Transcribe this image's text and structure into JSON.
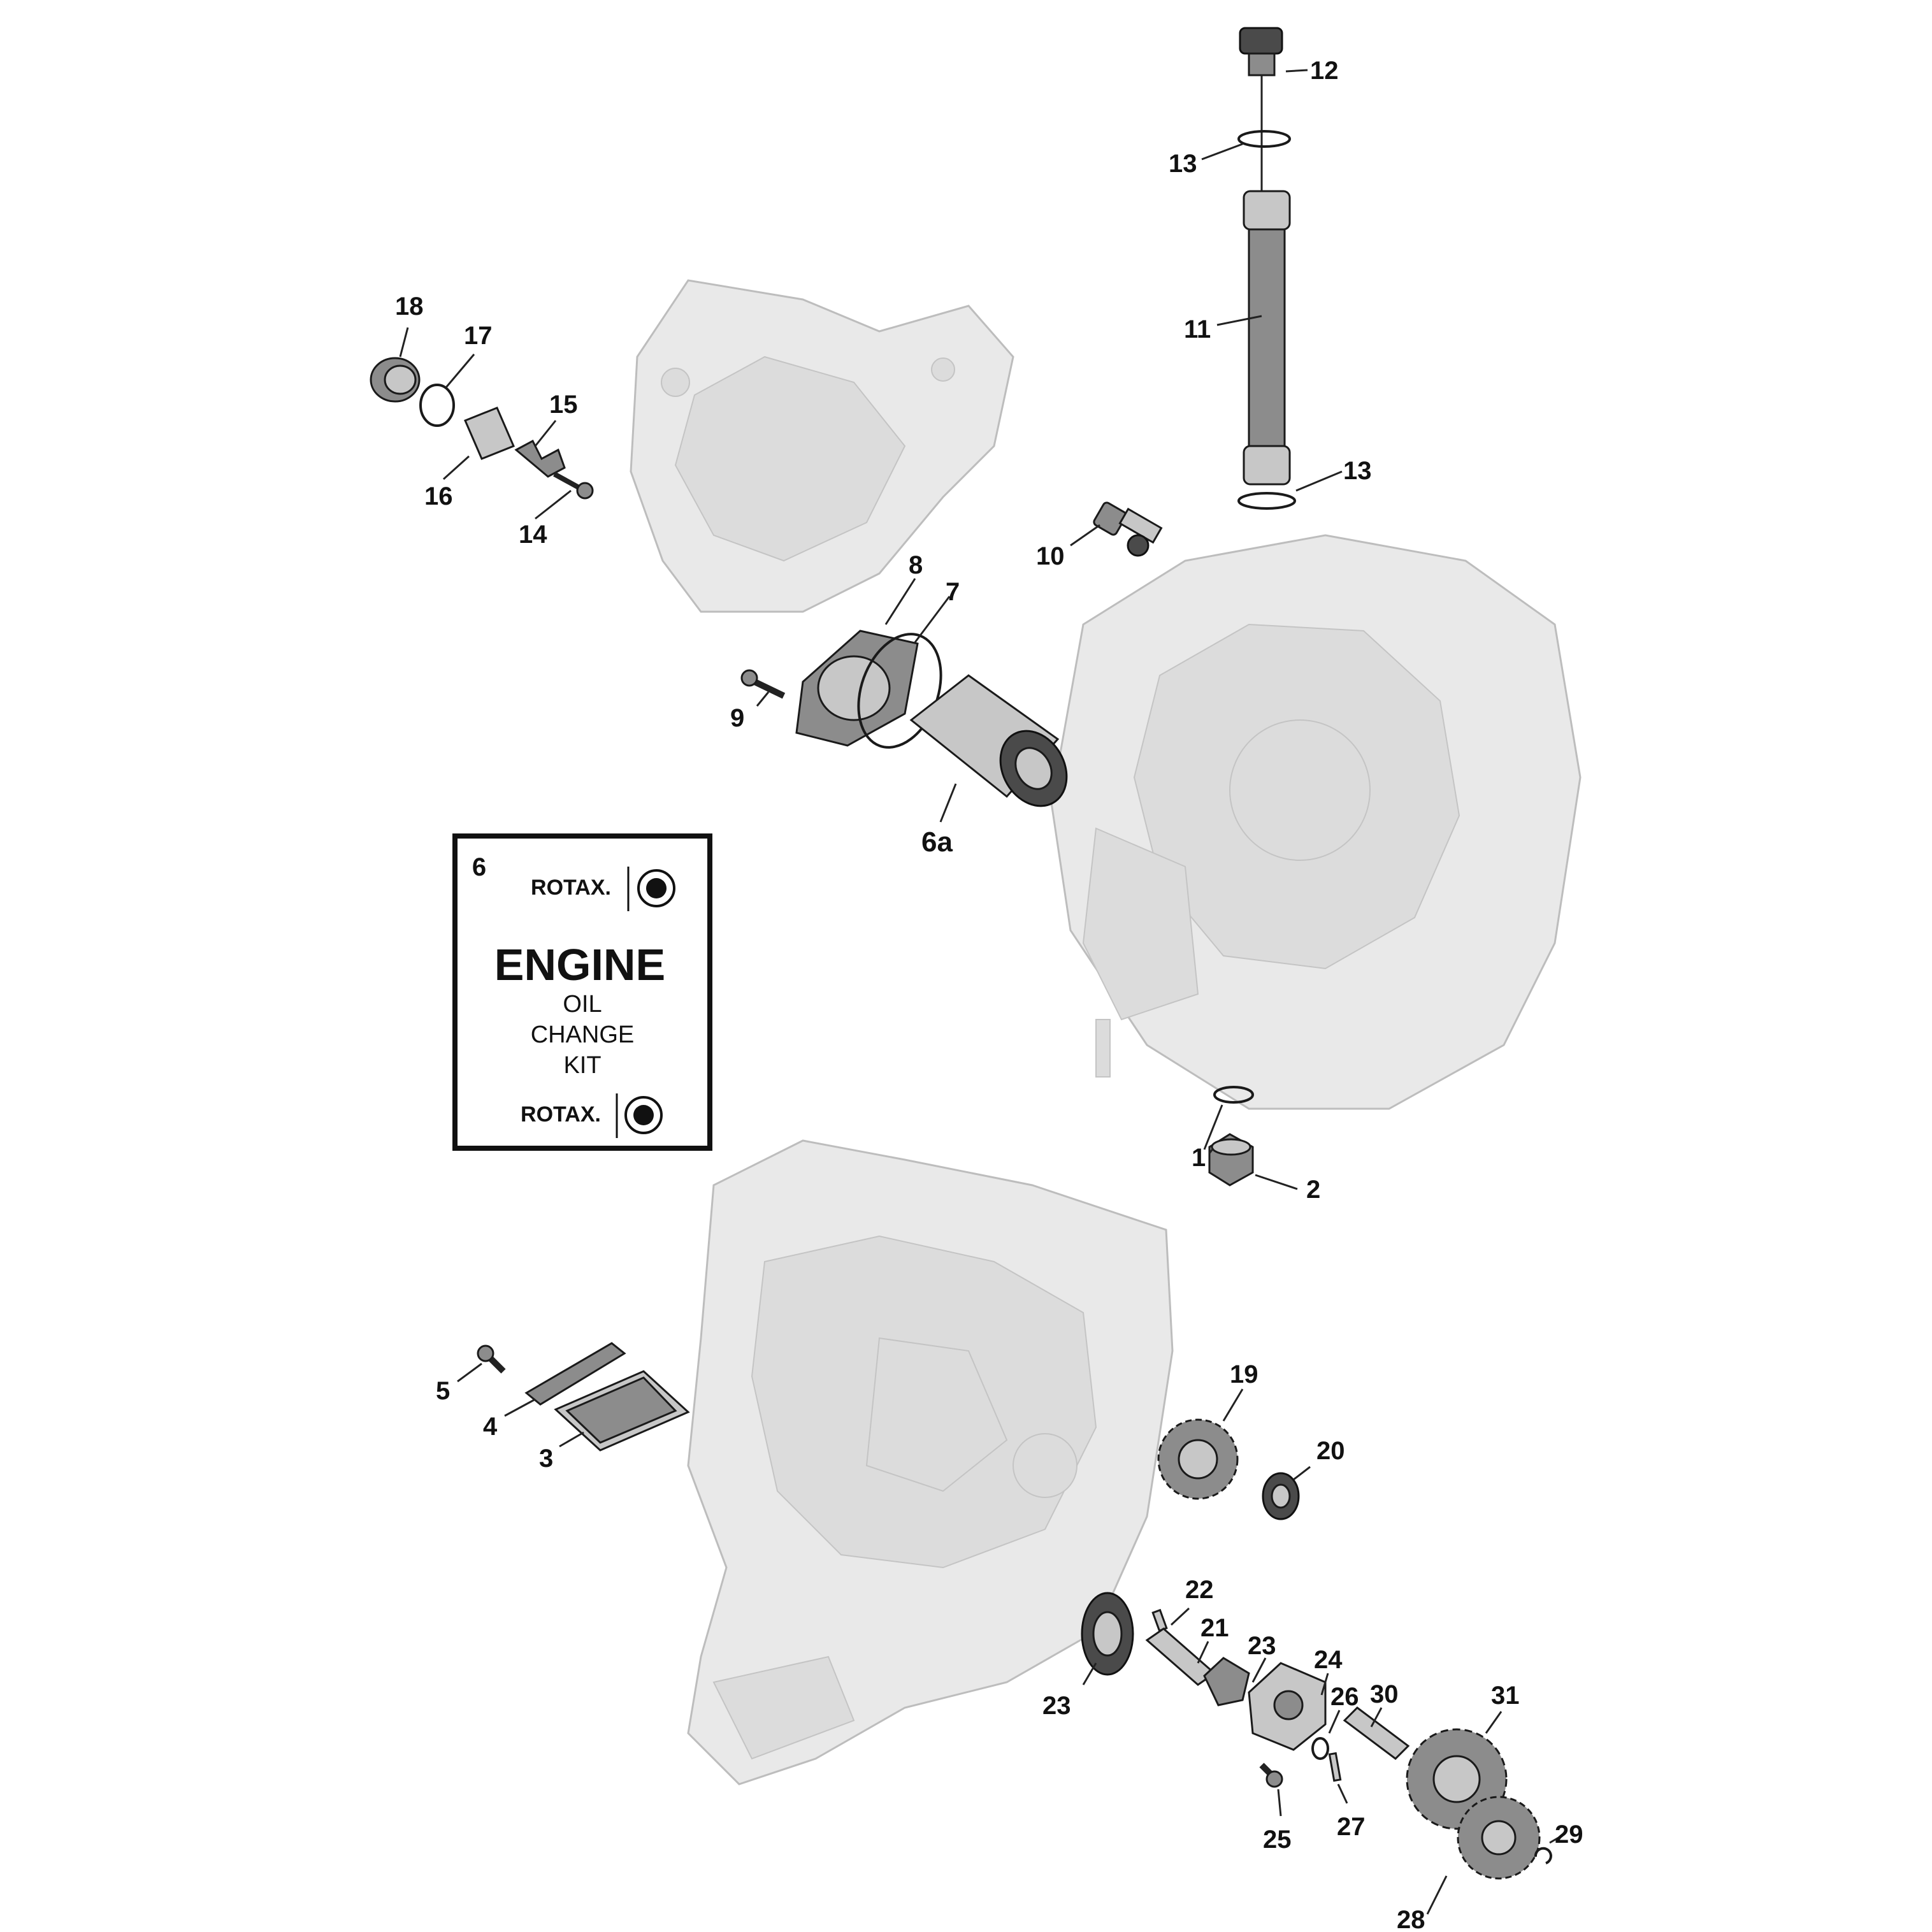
{
  "kit": {
    "number": "6",
    "brand_top": "ROTAX.",
    "title": "ENGINE",
    "line1": "OIL",
    "line2": "CHANGE",
    "line3": "KIT",
    "brand_bottom": "ROTAX."
  },
  "callouts": [
    {
      "id": "c12",
      "label": "12"
    },
    {
      "id": "c13a",
      "label": "13"
    },
    {
      "id": "c11",
      "label": "11"
    },
    {
      "id": "c13b",
      "label": "13"
    },
    {
      "id": "c18",
      "label": "18"
    },
    {
      "id": "c17",
      "label": "17"
    },
    {
      "id": "c15",
      "label": "15"
    },
    {
      "id": "c16",
      "label": "16"
    },
    {
      "id": "c14",
      "label": "14"
    },
    {
      "id": "c10",
      "label": "10"
    },
    {
      "id": "c8",
      "label": "8"
    },
    {
      "id": "c7",
      "label": "7"
    },
    {
      "id": "c9",
      "label": "9"
    },
    {
      "id": "c6a",
      "label": "6a"
    },
    {
      "id": "c1",
      "label": "1"
    },
    {
      "id": "c2",
      "label": "2"
    },
    {
      "id": "c5",
      "label": "5"
    },
    {
      "id": "c4",
      "label": "4"
    },
    {
      "id": "c3",
      "label": "3"
    },
    {
      "id": "c19",
      "label": "19"
    },
    {
      "id": "c20",
      "label": "20"
    },
    {
      "id": "c22",
      "label": "22"
    },
    {
      "id": "c21",
      "label": "21"
    },
    {
      "id": "c23a",
      "label": "23"
    },
    {
      "id": "c23b",
      "label": "23"
    },
    {
      "id": "c24",
      "label": "24"
    },
    {
      "id": "c26",
      "label": "26"
    },
    {
      "id": "c30",
      "label": "30"
    },
    {
      "id": "c31",
      "label": "31"
    },
    {
      "id": "c25",
      "label": "25"
    },
    {
      "id": "c27",
      "label": "27"
    },
    {
      "id": "c29",
      "label": "29"
    },
    {
      "id": "c28",
      "label": "28"
    }
  ]
}
